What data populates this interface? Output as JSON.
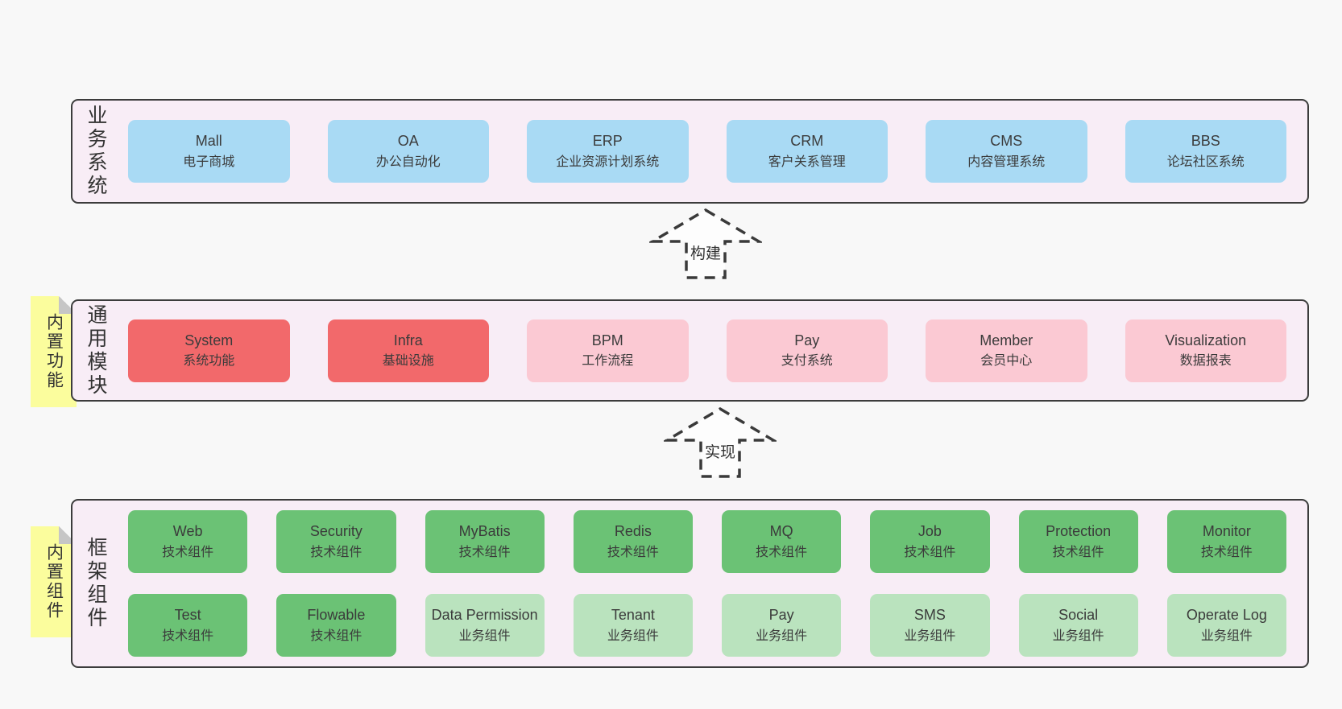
{
  "page": {
    "background": "#f8f8f8"
  },
  "colors": {
    "band_bg": "#f8edf6",
    "band_border": "#3c3c3c",
    "blue": "#a9daf4",
    "red": "#f2696b",
    "pink": "#fbc9d3",
    "green_dark": "#6bc275",
    "green_light": "#bae3be",
    "sticky_yellow": "#fbfd9d"
  },
  "arrows": [
    {
      "label": "构建"
    },
    {
      "label": "实现"
    }
  ],
  "bands": {
    "business": {
      "label": "业务系统",
      "boxes": [
        {
          "title": "Mall",
          "subtitle": "电子商城"
        },
        {
          "title": "OA",
          "subtitle": "办公自动化"
        },
        {
          "title": "ERP",
          "subtitle": "企业资源计划系统"
        },
        {
          "title": "CRM",
          "subtitle": "客户关系管理"
        },
        {
          "title": "CMS",
          "subtitle": "内容管理系统"
        },
        {
          "title": "BBS",
          "subtitle": "论坛社区系统"
        }
      ]
    },
    "modules": {
      "label": "通用模块",
      "sticky": "内置功能",
      "boxes": [
        {
          "title": "System",
          "subtitle": "系统功能",
          "variant": "red"
        },
        {
          "title": "Infra",
          "subtitle": "基础设施",
          "variant": "red"
        },
        {
          "title": "BPM",
          "subtitle": "工作流程",
          "variant": "pink"
        },
        {
          "title": "Pay",
          "subtitle": "支付系统",
          "variant": "pink"
        },
        {
          "title": "Member",
          "subtitle": "会员中心",
          "variant": "pink"
        },
        {
          "title": "Visualization",
          "subtitle": "数据报表",
          "variant": "pink"
        }
      ]
    },
    "components": {
      "label": "框架组件",
      "sticky": "内置组件",
      "row1": [
        {
          "title": "Web",
          "subtitle": "技术组件"
        },
        {
          "title": "Security",
          "subtitle": "技术组件"
        },
        {
          "title": "MyBatis",
          "subtitle": "技术组件"
        },
        {
          "title": "Redis",
          "subtitle": "技术组件"
        },
        {
          "title": "MQ",
          "subtitle": "技术组件"
        },
        {
          "title": "Job",
          "subtitle": "技术组件"
        },
        {
          "title": "Protection",
          "subtitle": "技术组件"
        },
        {
          "title": "Monitor",
          "subtitle": "技术组件"
        }
      ],
      "row2": [
        {
          "title": "Test",
          "subtitle": "技术组件",
          "variant": "dark"
        },
        {
          "title": "Flowable",
          "subtitle": "技术组件",
          "variant": "dark"
        },
        {
          "title": "Data Permission",
          "subtitle": "业务组件",
          "variant": "light"
        },
        {
          "title": "Tenant",
          "subtitle": "业务组件",
          "variant": "light"
        },
        {
          "title": "Pay",
          "subtitle": "业务组件",
          "variant": "light"
        },
        {
          "title": "SMS",
          "subtitle": "业务组件",
          "variant": "light"
        },
        {
          "title": "Social",
          "subtitle": "业务组件",
          "variant": "light"
        },
        {
          "title": "Operate Log",
          "subtitle": "业务组件",
          "variant": "light"
        }
      ]
    }
  }
}
